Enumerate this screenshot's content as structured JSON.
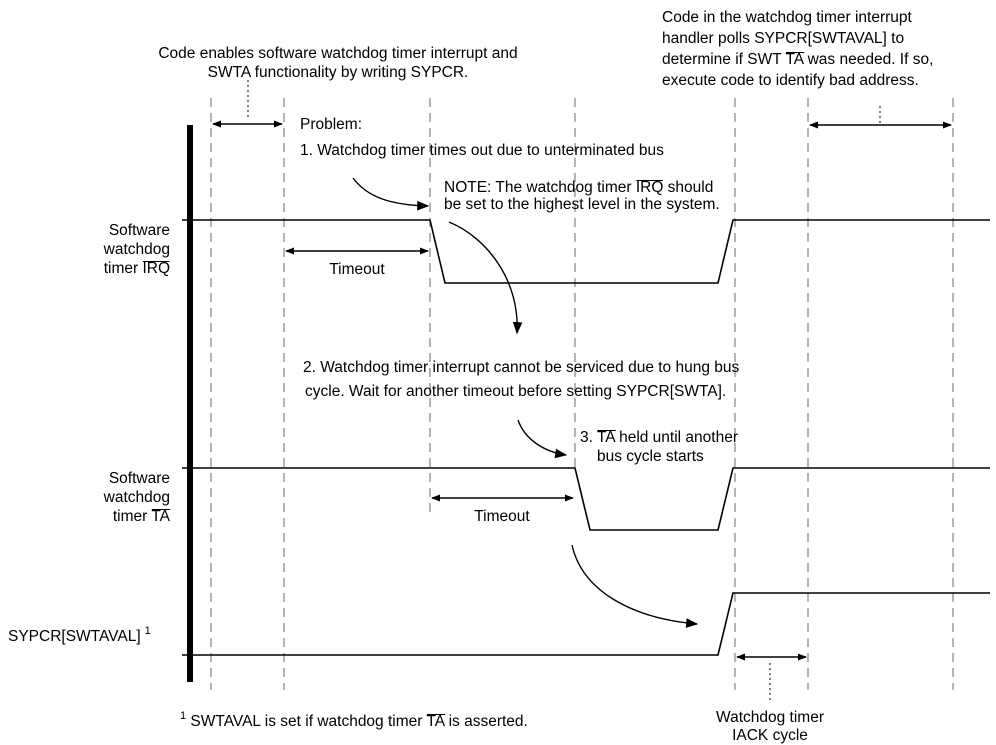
{
  "top_annotations": {
    "enable_note": {
      "line1": "Code enables software watchdog timer interrupt and",
      "line2": "SWTA functionality by writing SYPCR."
    },
    "handler_note": {
      "line1": "Code in the watchdog timer interrupt",
      "line2": "handler polls SYPCR[SWTAVAL] to",
      "line3_pre": "determine if SWT ",
      "line3_ta": "TA",
      "line3_post": " was needed. If so,",
      "line4": "execute code to identify bad address."
    }
  },
  "problem": {
    "heading": "Problem:",
    "step1": "1. Watchdog timer times out due to unterminated bus",
    "note_pre": "NOTE: The watchdog timer ",
    "note_irq": "IRQ",
    "note_post": " should",
    "note_line2": "be set to the highest level in the system.",
    "step2_line1": "2. Watchdog timer interrupt cannot be serviced due to hung bus",
    "step2_line2": "cycle. Wait for another timeout before setting SYPCR[SWTA].",
    "step3_pre": "3. ",
    "step3_ta": "TA",
    "step3_post": " held until another",
    "step3_line2": "bus cycle starts"
  },
  "signals": {
    "irq": {
      "line1": "Software",
      "line2": "watchdog",
      "line3_pre": "timer ",
      "line3_bar": "IRQ"
    },
    "ta": {
      "line1": "Software",
      "line2": "watchdog",
      "line3_pre": "timer ",
      "line3_bar": "TA"
    },
    "swtaval": {
      "label": "SYPCR[SWTAVAL]",
      "sup": "1"
    }
  },
  "timeouts": {
    "first": "Timeout",
    "second": "Timeout"
  },
  "footnote": {
    "sup": "1",
    "text_pre": " SWTAVAL is set if watchdog timer ",
    "text_ta": "TA",
    "text_post": " is asserted."
  },
  "iack": {
    "line1": "Watchdog timer",
    "line2": "IACK cycle"
  }
}
